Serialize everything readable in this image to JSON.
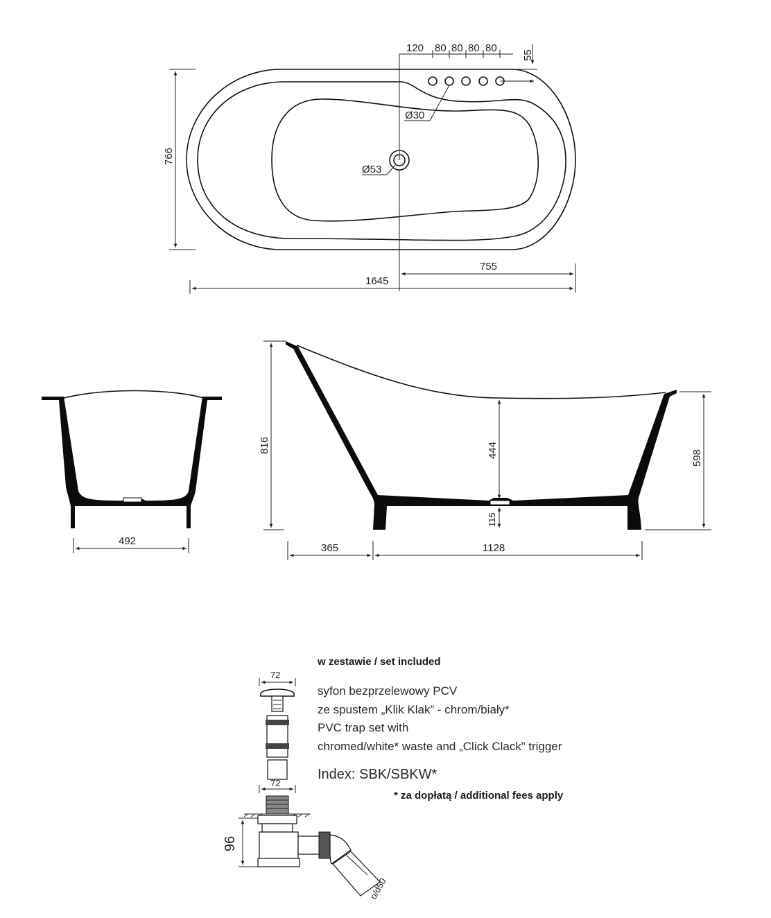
{
  "top_view": {
    "hole_spacings": [
      "120",
      "80",
      "80",
      "80",
      "80"
    ],
    "edge_offset": "55",
    "tap_hole_diameter": "Ø30",
    "drain_diameter": "Ø53",
    "width": "766",
    "length": "1645",
    "drain_offset": "755"
  },
  "end_view": {
    "width": "492"
  },
  "side_view": {
    "total_height": "816",
    "depth": "444",
    "floor_height": "115",
    "rim_height": "598",
    "headrest_length": "365",
    "base_length": "1128"
  },
  "trap_drawing": {
    "cap_width": "72",
    "body_width": "72",
    "height": "96",
    "outlet": "o/d50"
  },
  "set_info": {
    "title": "w zestawie / set included",
    "lines": [
      "syfon bezprzelewowy PCV",
      "ze spustem „Klik Klak” - chrom/biały*",
      "PVC trap set with",
      "chromed/white* waste and „Click Clack” trigger"
    ],
    "index": "Index: SBK/SBKW*",
    "fee_note": "* za dopłatą / additional fees apply"
  }
}
